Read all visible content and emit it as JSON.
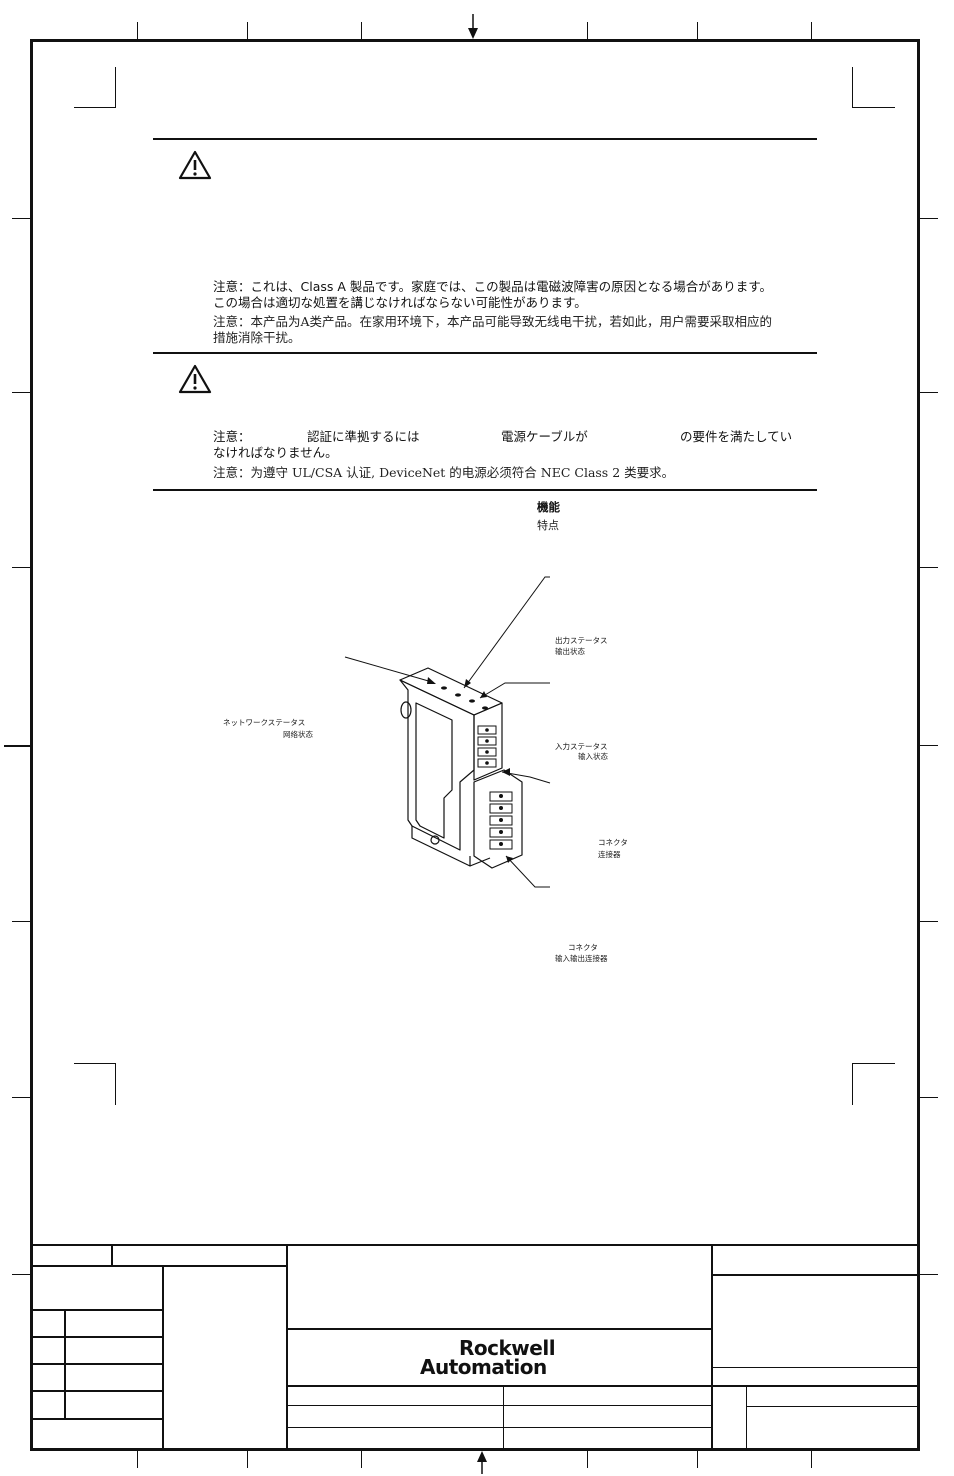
{
  "warning1": {
    "jp_line1": "注意：これは、Class A 製品です。家庭では、この製品は電磁波障害の原因となる場合があります。",
    "jp_line2": "この場合は適切な処置を講じなければならない可能性があります。",
    "cn_line1": "注意：本产品为A类产品。在家用环境下，本产品可能导致无线电干扰，若如此，用户需要采取相应的",
    "cn_line2": "措施消除干扰。"
  },
  "warning2": {
    "jp_seg1": "注意：",
    "jp_seg2": "認証に準拠するには",
    "jp_seg3": "電源ケーブルが",
    "jp_seg4": "の要件を満たしてい",
    "jp_line2": "なければなりません。",
    "cn_line": "注意：为遵守 UL/CSA 认证, DeviceNet 的电源必须符合 NEC Class 2 类要求。"
  },
  "features": {
    "heading_jp": "機能",
    "heading_cn": "特点"
  },
  "callouts": {
    "output_status_jp": "出力ステータス",
    "output_status_cn": "输出状态",
    "network_status_jp": "ネットワークステータス",
    "network_status_cn": "网络状态",
    "input_status_jp": "入力ステータス",
    "input_status_cn": "输入状态",
    "connector_jp": "コネクタ",
    "connector_cn": "连接器",
    "io_connector_jp": "コネクタ",
    "io_connector_cn": "输入输出连接器"
  },
  "title_block": {
    "logo_line1": "Rockwell",
    "logo_line2": "Automation"
  }
}
